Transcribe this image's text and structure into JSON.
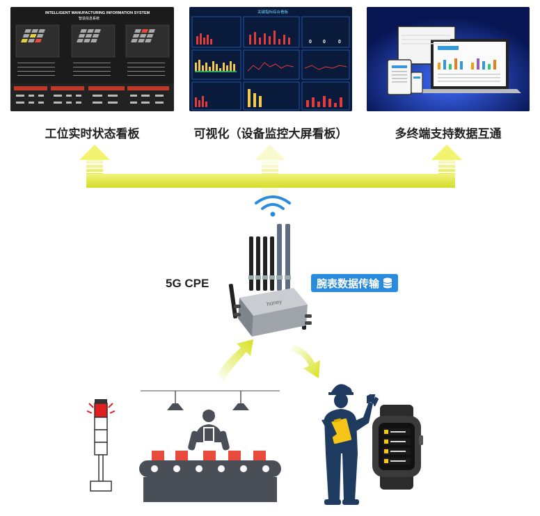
{
  "panels": [
    {
      "caption": "工位实时状态看板",
      "header_en": "INTELLIGENT MANUFACTURING INFORMATION SYSTEM",
      "header_cn": "智造信息系统"
    },
    {
      "caption": "可视化（设备监控大屏看板）",
      "header_cn": "关键指标综合看板"
    },
    {
      "caption": "多终端支持数据互通"
    }
  ],
  "device": {
    "label": "5G CPE",
    "brand": "honey"
  },
  "badge": {
    "label": "腕表数据传输",
    "icon": "database-icon"
  },
  "colors": {
    "arrow_yellow": "#e6ec3a",
    "badge_blue": "#2a8bdc",
    "worker_navy": "#1e3a5f",
    "lamp_red": "#e02020",
    "cube_red": "#e84a3c"
  },
  "icons": [
    "wifi-signal-icon",
    "worker-icon",
    "smartwatch-icon",
    "signal-tower-icon",
    "conveyor-icon"
  ]
}
